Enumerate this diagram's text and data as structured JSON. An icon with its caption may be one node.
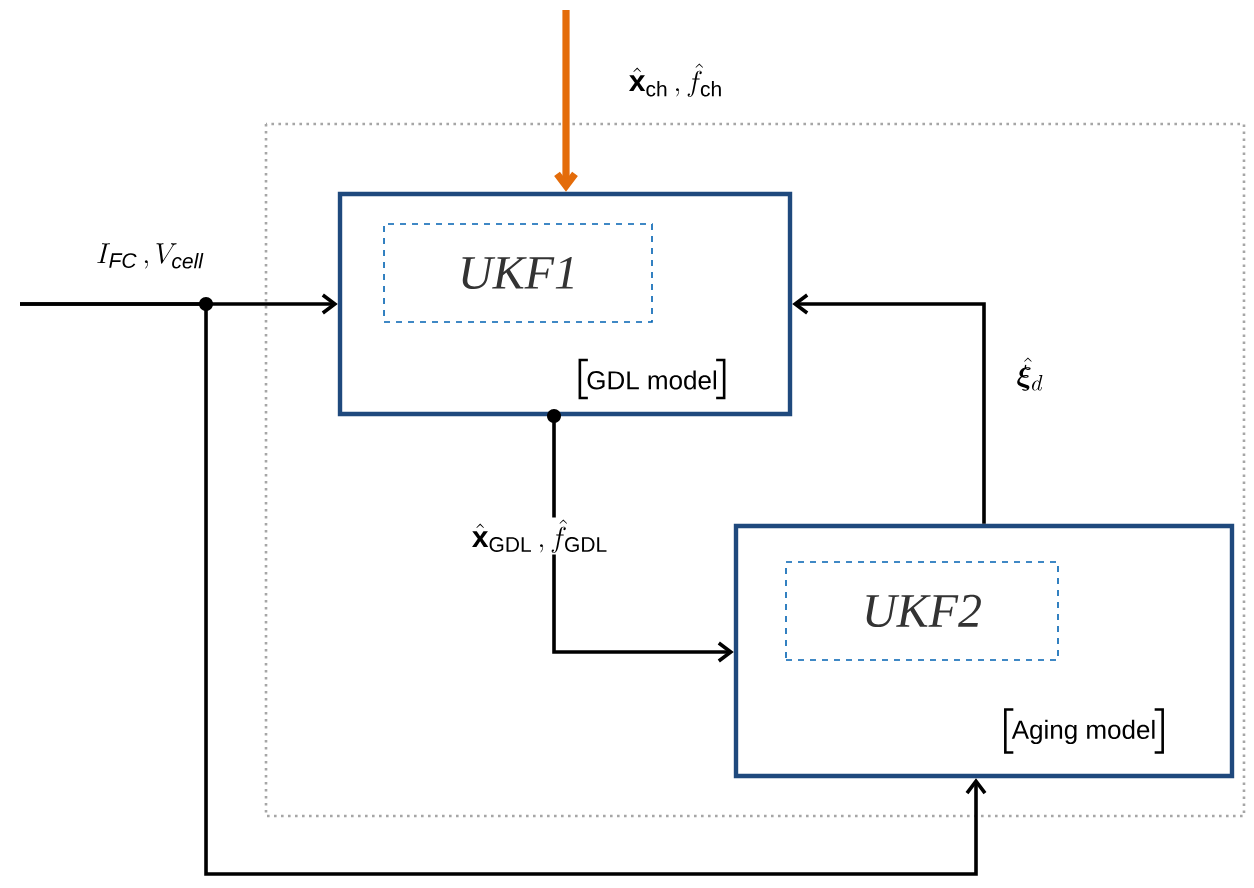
{
  "diagram": {
    "nodes": [
      {
        "text": [
          "GDL model"
        ]
      },
      {
        "text": [
          "UKF1"
        ],
        "in": 0
      },
      {
        "text": [
          "Aging model"
        ]
      },
      {
        "text": [
          "UKF2"
        ],
        "in": 2
      }
    ],
    "edges": [
      {
        "from": null,
        "to": 0,
        "arrow": "to",
        "label": "I_{\\mathit{FC}}\\,,V_{\\mathit{cell}}"
      },
      {
        "from": null,
        "to": 2,
        "arrow": "to"
      },
      {
        "from": null,
        "to": 0,
        "arrow": "to",
        "style": "thick",
        "color": "#e46c0a",
        "label": "\\hat{\\mathbf{x}}_{\\mathrm{ch}}\\,,\\hat{f}_{\\mathrm{ch}}"
      },
      {
        "from": 0,
        "to": 2,
        "arrow": "to",
        "label": "\\hat{\\mathbf{x}}_{\\mathrm{GDL}}\\,,\\hat{f}_{\\mathrm{GDL}}"
      },
      {
        "from": 2,
        "to": 0,
        "arrow": "to",
        "label": "\\hat{\\boldsymbol{\\xi}}_{d}"
      }
    ]
  }
}
